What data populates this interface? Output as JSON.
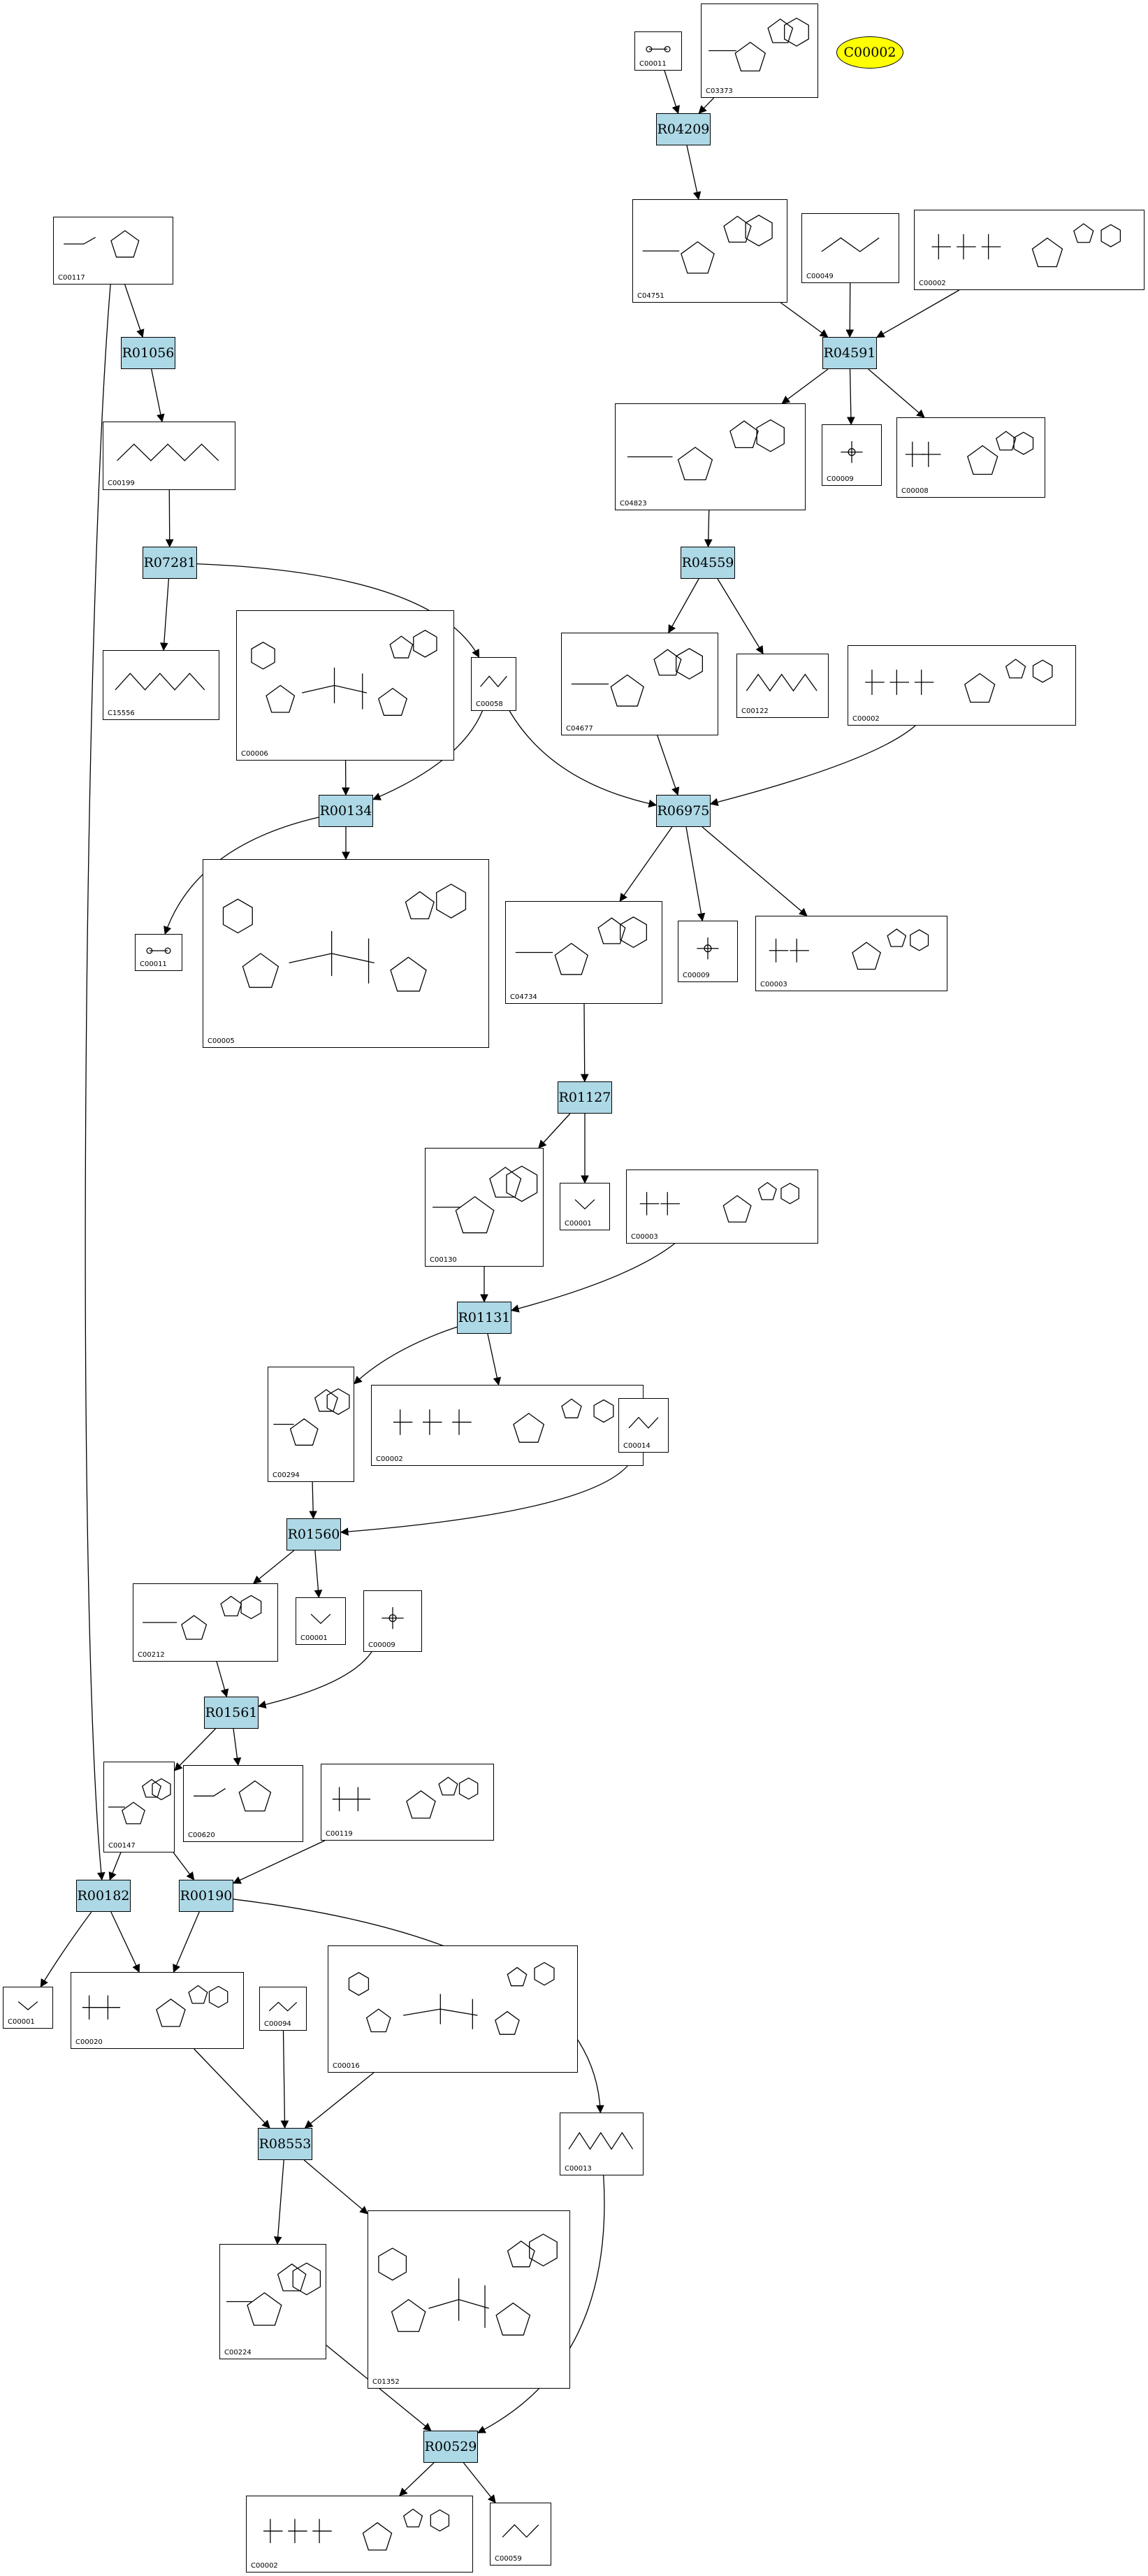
{
  "map_label": "C00002",
  "reactions": [
    {
      "key": "R04209",
      "label": "R04209"
    },
    {
      "key": "R01056",
      "label": "R01056"
    },
    {
      "key": "R04591",
      "label": "R04591"
    },
    {
      "key": "R07281",
      "label": "R07281"
    },
    {
      "key": "R04559",
      "label": "R04559"
    },
    {
      "key": "R00134",
      "label": "R00134"
    },
    {
      "key": "R06975",
      "label": "R06975"
    },
    {
      "key": "R01127",
      "label": "R01127"
    },
    {
      "key": "R01131",
      "label": "R01131"
    },
    {
      "key": "R01560",
      "label": "R01560"
    },
    {
      "key": "R01561",
      "label": "R01561"
    },
    {
      "key": "R00182",
      "label": "R00182"
    },
    {
      "key": "R00190",
      "label": "R00190"
    },
    {
      "key": "R08553",
      "label": "R08553"
    },
    {
      "key": "R00529",
      "label": "R00529"
    }
  ],
  "compounds": [
    {
      "key": "n1",
      "id": "C00011",
      "kind": "co2"
    },
    {
      "key": "n2",
      "id": "C03373",
      "kind": "nuc"
    },
    {
      "key": "n3",
      "id": "C00117",
      "kind": "sugar"
    },
    {
      "key": "n4",
      "id": "C04751",
      "kind": "nuc"
    },
    {
      "key": "n5",
      "id": "C00049",
      "kind": "small"
    },
    {
      "key": "n6",
      "id": "C00002",
      "kind": "atp"
    },
    {
      "key": "n7",
      "id": "C00199",
      "kind": "chain"
    },
    {
      "key": "n8",
      "id": "C04823",
      "kind": "nuc"
    },
    {
      "key": "n9",
      "id": "C00009",
      "kind": "pi"
    },
    {
      "key": "n10",
      "id": "C00008",
      "kind": "adp"
    },
    {
      "key": "n11",
      "id": "C15556",
      "kind": "chain"
    },
    {
      "key": "n12",
      "id": "C00006",
      "kind": "big"
    },
    {
      "key": "n13",
      "id": "C00058",
      "kind": "small"
    },
    {
      "key": "n14",
      "id": "C04677",
      "kind": "nuc"
    },
    {
      "key": "n15",
      "id": "C00122",
      "kind": "chain"
    },
    {
      "key": "n16",
      "id": "C00002",
      "kind": "atp"
    },
    {
      "key": "n17",
      "id": "C00011",
      "kind": "co2"
    },
    {
      "key": "n18",
      "id": "C00005",
      "kind": "big"
    },
    {
      "key": "n19",
      "id": "C04734",
      "kind": "nuc"
    },
    {
      "key": "n20",
      "id": "C00009",
      "kind": "pi"
    },
    {
      "key": "n21",
      "id": "C00003",
      "kind": "adp"
    },
    {
      "key": "n22",
      "id": "C00130",
      "kind": "nuc"
    },
    {
      "key": "n23",
      "id": "C00001",
      "kind": "water"
    },
    {
      "key": "n24",
      "id": "C00003",
      "kind": "adp"
    },
    {
      "key": "n25",
      "id": "C00294",
      "kind": "nuc"
    },
    {
      "key": "n26",
      "id": "C00002",
      "kind": "atp"
    },
    {
      "key": "n27",
      "id": "C00014",
      "kind": "small"
    },
    {
      "key": "n28",
      "id": "C00212",
      "kind": "nuc"
    },
    {
      "key": "n29",
      "id": "C00001",
      "kind": "water"
    },
    {
      "key": "n30",
      "id": "C00009",
      "kind": "pi"
    },
    {
      "key": "n31",
      "id": "C00147",
      "kind": "nuc"
    },
    {
      "key": "n32",
      "id": "C00620",
      "kind": "sugar"
    },
    {
      "key": "n33",
      "id": "C00119",
      "kind": "adp"
    },
    {
      "key": "n34",
      "id": "C00001",
      "kind": "water"
    },
    {
      "key": "n35",
      "id": "C00020",
      "kind": "adp"
    },
    {
      "key": "n36",
      "id": "C00094",
      "kind": "small"
    },
    {
      "key": "n37",
      "id": "C00016",
      "kind": "big"
    },
    {
      "key": "n38",
      "id": "C00013",
      "kind": "chain"
    },
    {
      "key": "n39",
      "id": "C00224",
      "kind": "nuc"
    },
    {
      "key": "n40",
      "id": "C01352",
      "kind": "big"
    },
    {
      "key": "n41",
      "id": "C00002",
      "kind": "atp"
    },
    {
      "key": "n42",
      "id": "C00059",
      "kind": "small"
    }
  ]
}
